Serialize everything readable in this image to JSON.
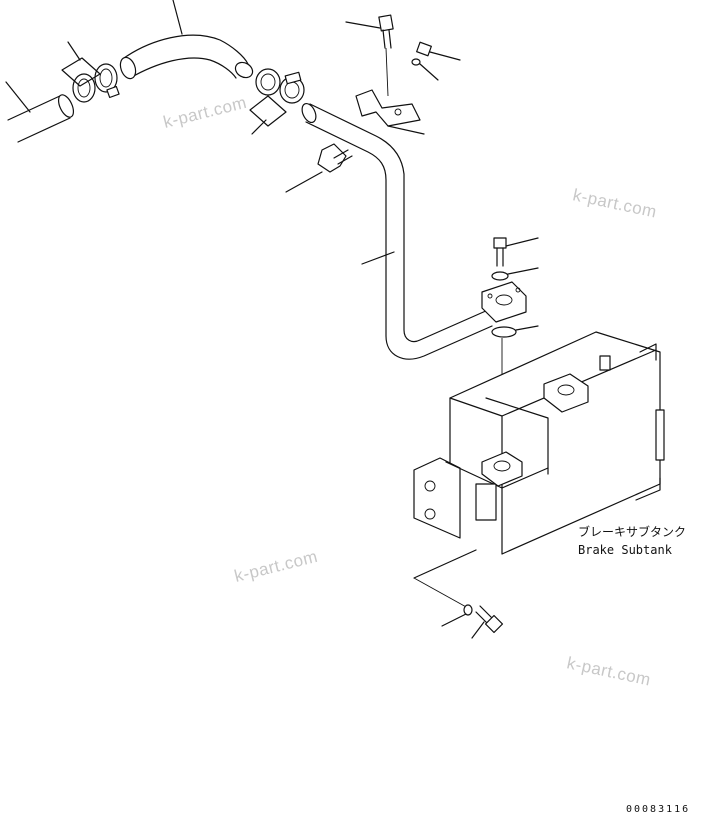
{
  "label": {
    "japanese": "ブレーキサブタンク",
    "english": "Brake Subtank"
  },
  "watermark": "k-part.com",
  "reference_number": "00083116"
}
